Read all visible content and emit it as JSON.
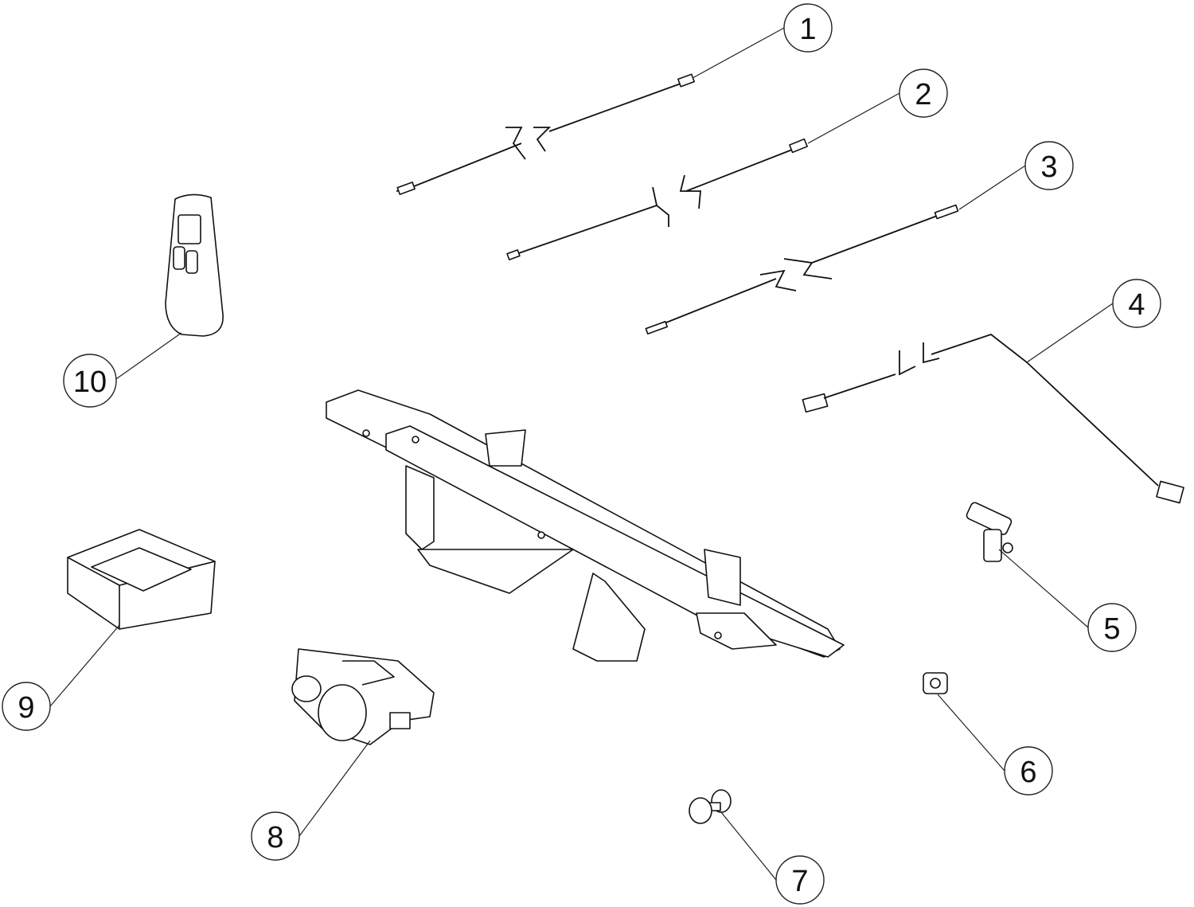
{
  "diagram": {
    "type": "exploded-parts-diagram",
    "callouts": [
      {
        "label": "1",
        "part": "wire-1"
      },
      {
        "label": "2",
        "part": "wire-2"
      },
      {
        "label": "3",
        "part": "wire-3"
      },
      {
        "label": "4",
        "part": "wire-harness"
      },
      {
        "label": "5",
        "part": "tee-fitting"
      },
      {
        "label": "6",
        "part": "fitting"
      },
      {
        "label": "7",
        "part": "knob"
      },
      {
        "label": "8",
        "part": "gas-valve"
      },
      {
        "label": "9",
        "part": "receiver-module"
      },
      {
        "label": "10",
        "part": "remote-control"
      }
    ]
  }
}
